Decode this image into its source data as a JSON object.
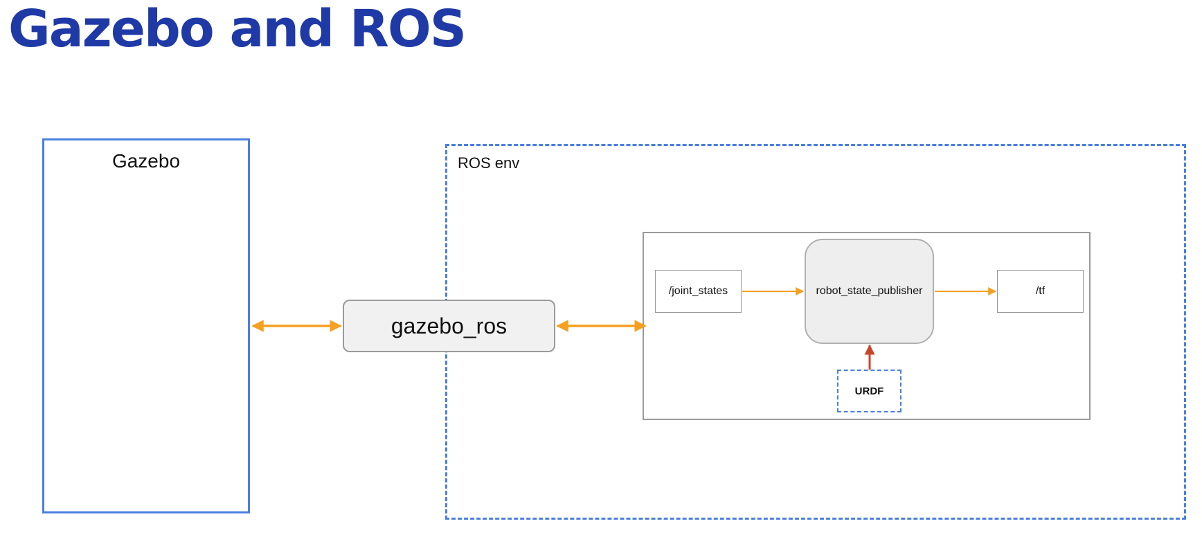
{
  "title": "Gazebo and ROS",
  "gazebo": {
    "label": "Gazebo"
  },
  "ros_env": {
    "label": "ROS env"
  },
  "bridge_node": {
    "label": "gazebo_ros"
  },
  "state_publisher_graph": {
    "input_topic": "/joint_states",
    "node": "robot_state_publisher",
    "output_topic": "/tf",
    "model_source": "URDF"
  },
  "colors": {
    "title": "#1f3aa6",
    "box_border": "#4a7fe0",
    "bidirectional_arrow": "#f5a020",
    "topic_arrow": "#f5a020",
    "urdf_arrow": "#c8452a"
  }
}
